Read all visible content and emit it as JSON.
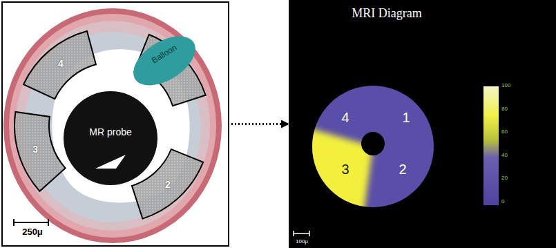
{
  "diagram": {
    "nodes": [
      {
        "text": [
          "250μ"
        ]
      },
      {
        "text": [
          "4"
        ],
        "in": 0
      },
      {
        "text": [
          "1"
        ],
        "in": 0
      },
      {
        "text": [
          "Balloon"
        ],
        "in": 0
      },
      {
        "text": [
          "MR probe"
        ],
        "in": 0
      },
      {
        "text": [
          "3"
        ],
        "in": 0
      },
      {
        "text": [
          "2"
        ],
        "in": 0
      },
      {
        "text": [
          "MRI Diagram",
          "100μ"
        ]
      },
      {
        "text": [
          "4",
          "1",
          "3",
          "2"
        ],
        "in": 7
      }
    ],
    "edges": [
      {
        "from": 0,
        "to": 7,
        "arrow": "to"
      }
    ],
    "labels": [
      "100",
      "80",
      "60",
      "40",
      "20",
      "0"
    ]
  }
}
